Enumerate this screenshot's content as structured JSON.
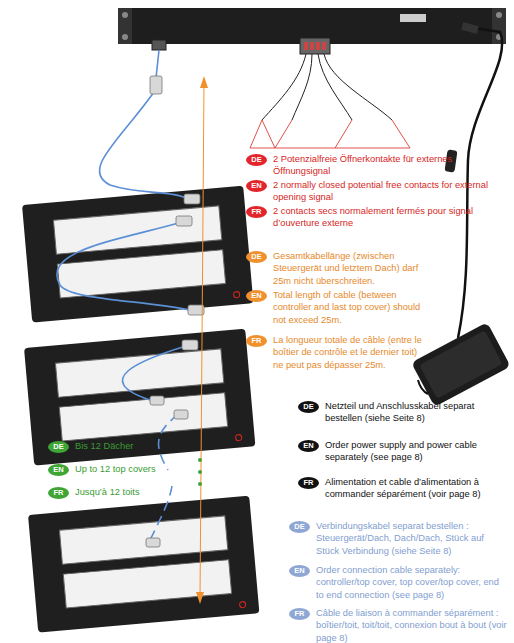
{
  "diagram": {
    "nodes": [
      {
        "text": [
          "DE",
          "2 Potenzialfreie Öffnerkontakte für externes Öffnungsignal"
        ]
      },
      {
        "text": [
          "EN",
          "2 normally closed potential free contacts for external opening signal"
        ]
      },
      {
        "text": [
          "FR",
          "2 contacts secs normalement fermés pour signal d’ouverture externe"
        ]
      },
      {
        "text": [
          "DE",
          "Gesamtkabellänge (zwischen Steuergerät und letztem Dach) darf 25m nicht überschreiten."
        ]
      },
      {
        "text": [
          "EN",
          "Total length of cable (between controller and last top cover) should not exceed 25m."
        ]
      },
      {
        "text": [
          "FR",
          "La longueur totale de câble (entre le boîtier de contrôle et le dernier toit) ne peut pas dépasser 25m."
        ]
      },
      {
        "text": [
          "DE",
          "Netzteil und Anschlusskabel separat bestellen (siehe Seite 8)"
        ]
      },
      {
        "text": [
          "EN",
          "Order power supply and power cable separately (see page 8)"
        ]
      },
      {
        "text": [
          "FR",
          "Alimentation et cable d’alimentation à commander séparément (voir page 8)"
        ]
      },
      {
        "text": [
          "DE",
          "Bis 12 Dächer"
        ]
      },
      {
        "text": [
          "EN",
          "Up to 12 top covers"
        ]
      },
      {
        "text": [
          "FR",
          "Jusqu’à 12 toits"
        ]
      },
      {
        "text": [
          "DE",
          "Verbindungskabel separat bestellen : Steuergerät/Dach, Dach/Dach, Stück auf Stück Verbindung (siehe Seite 8)"
        ]
      },
      {
        "text": [
          "EN",
          "Order connection cable separately: controller/top cover, top cover/top cover, end to end connection (see page 8)"
        ]
      },
      {
        "text": [
          "FR",
          "Câble de liaison à commander séparément : boîtier/toit, toit/toit, connexion bout à bout (voir page 8)"
        ]
      }
    ]
  }
}
